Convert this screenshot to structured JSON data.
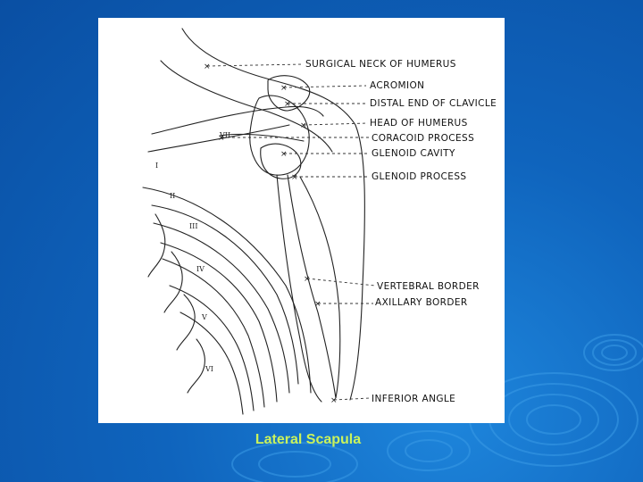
{
  "slide": {
    "caption": "Lateral Scapula",
    "background_color": "#0f64bd",
    "caption_color": "#c9f25c"
  },
  "figure": {
    "labels": [
      "SURGICAL NECK OF HUMERUS",
      "ACROMION",
      "DISTAL END OF CLAVICLE",
      "HEAD OF HUMERUS",
      "CORACOID PROCESS",
      "GLENOID CAVITY",
      "GLENOID PROCESS",
      "VERTEBRAL BORDER",
      "AXILLARY BORDER",
      "INFERIOR ANGLE"
    ],
    "rib_numerals": [
      "I",
      "II",
      "III",
      "IV",
      "V",
      "VI",
      "VII"
    ]
  }
}
